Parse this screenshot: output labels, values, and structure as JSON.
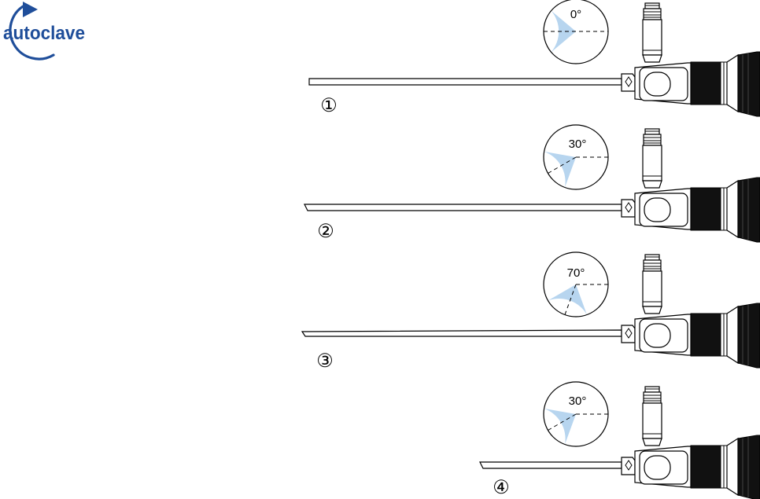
{
  "logo": {
    "text": "autoclave",
    "color": "#1f4e9a"
  },
  "colors": {
    "line": "#000000",
    "view_fill": "#b7d5ef",
    "logo": "#1f4e9a"
  },
  "scopes": [
    {
      "label": "①",
      "angle": "0°",
      "angle_deg": 0
    },
    {
      "label": "②",
      "angle": "30°",
      "angle_deg": 30
    },
    {
      "label": "③",
      "angle": "70°",
      "angle_deg": 70
    },
    {
      "label": "④",
      "angle": "30°",
      "angle_deg": 30
    }
  ]
}
